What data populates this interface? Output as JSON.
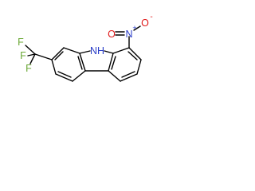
{
  "molecule": {
    "atoms": [
      {
        "id": "F1",
        "text": "F",
        "color": "#6aa834"
      },
      {
        "id": "F2",
        "text": "F",
        "color": "#6aa834"
      },
      {
        "id": "F3",
        "text": "F",
        "color": "#6aa834"
      },
      {
        "id": "NH",
        "text": "NH",
        "color": "#2a3dc8"
      },
      {
        "id": "Nnitro",
        "text": "N",
        "color": "#2a3dc8"
      },
      {
        "id": "Nplus",
        "text": "+",
        "color": "#2a3dc8"
      },
      {
        "id": "O1",
        "text": "O",
        "color": "#e11a1a"
      },
      {
        "id": "O2",
        "text": "O",
        "color": "#e11a1a"
      },
      {
        "id": "Ominus",
        "text": "-",
        "color": "#e11a1a"
      }
    ]
  }
}
